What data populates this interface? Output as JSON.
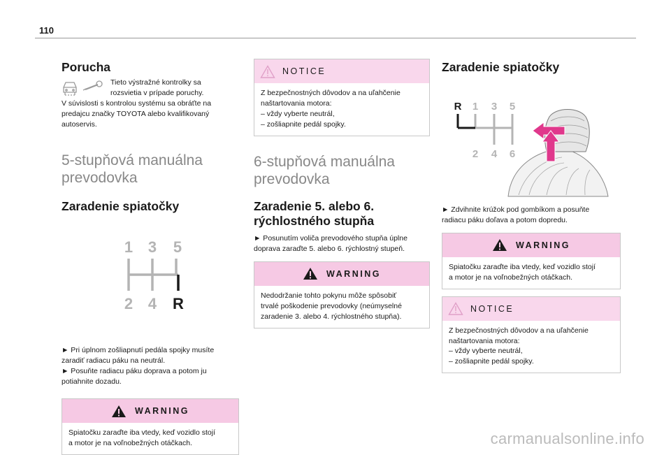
{
  "page": {
    "number": "110"
  },
  "col1": {
    "fault_title": "Porucha",
    "fault_text_1": "Tieto výstražné kontrolky sa",
    "fault_text_2": "rozsvietia v prípade poruchy.",
    "fault_text_3": "V súvislosti s kontrolou systému sa obráťte na",
    "fault_text_4": "predajcu značky TOYOTA alebo kvalifikovaný",
    "fault_text_5": "autoservis.",
    "section_title_1": "5-stupňová manuálna",
    "section_title_2": "prevodovka",
    "reverse_title": "Zaradenie spiatočky",
    "gear_labels": {
      "g1": "1",
      "g3": "3",
      "g5": "5",
      "g2": "2",
      "g4": "4",
      "gR": "R"
    },
    "steps": [
      "► Pri úplnom zošliapnutí pedála spojky musíte",
      "zaradiť radiacu páku na neutrál.",
      "► Posuňte radiacu páku doprava a potom ju",
      "potiahnite dozadu."
    ],
    "warning": {
      "label": "WARNING",
      "text_1": "Spiatočku zaraďte iba vtedy, keď vozidlo stojí",
      "text_2": "a motor je na voľnobežných otáčkach."
    }
  },
  "col2": {
    "notice": {
      "label": "NOTICE",
      "lines": [
        "Z bezpečnostných dôvodov a na uľahčenie",
        "naštartovania motora:",
        "– vždy vyberte neutrál,",
        "– zošliapnite pedál spojky."
      ]
    },
    "section_title_1": "6-stupňová manuálna",
    "section_title_2": "prevodovka",
    "shift_title_1": "Zaradenie 5. alebo 6.",
    "shift_title_2": "rýchlostného stupňa",
    "shift_text_1": "► Posunutím voliča prevodového stupňa úplne",
    "shift_text_2": "doprava zaraďte 5. alebo 6. rýchlostný stupeň.",
    "warning": {
      "label": "WARNING",
      "lines": [
        "Nedodržanie tohto pokynu môže spôsobiť",
        "trvalé poškodenie prevodovky (neúmyselné",
        "zaradenie 3. alebo 4. rýchlostného stupňa)."
      ]
    }
  },
  "col3": {
    "reverse_title": "Zaradenie spiatočky",
    "gear_labels": {
      "gR": "R",
      "g1": "1",
      "g3": "3",
      "g5": "5",
      "g2": "2",
      "g4": "4",
      "g6": "6"
    },
    "step_1": "► Zdvihnite krúžok pod gombíkom a posuňte",
    "step_2": "radiacu páku doľava a potom dopredu.",
    "warning": {
      "label": "WARNING",
      "text_1": "Spiatočku zaraďte iba vtedy, keď vozidlo stojí",
      "text_2": "a motor je na voľnobežných otáčkach."
    },
    "notice": {
      "label": "NOTICE",
      "lines": [
        "Z bezpečnostných dôvodov a na uľahčenie",
        "naštartovania motora:",
        "– vždy vyberte neutrál,",
        "– zošliapnite pedál spojky."
      ]
    }
  },
  "watermark": "carmanualsonline.info",
  "colors": {
    "warning_bg": "#f6c9e4",
    "notice_bg": "#f9d7ec",
    "heading_gray": "#888888",
    "gate_gray": "#b4b4b4",
    "arrow_pink": "#e0388c"
  }
}
